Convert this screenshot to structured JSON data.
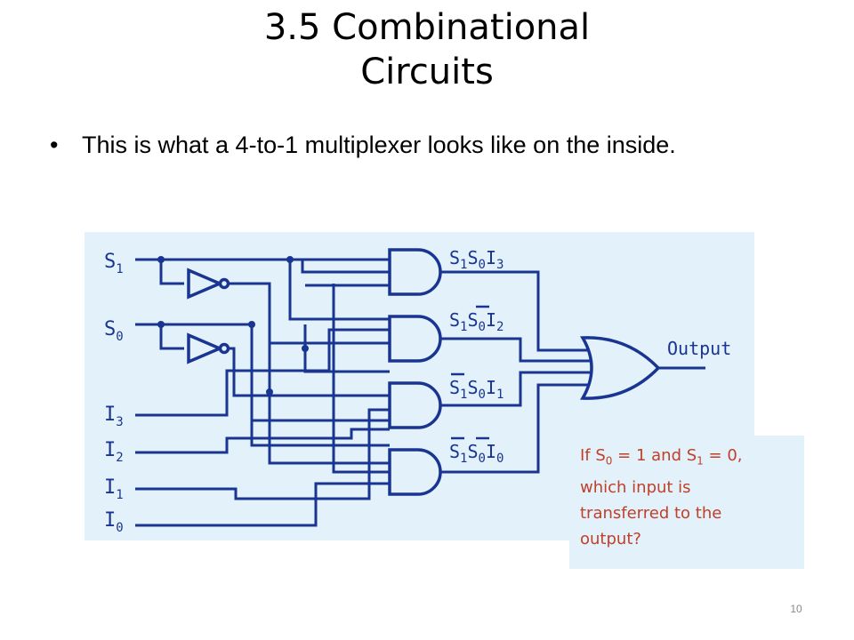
{
  "slide": {
    "title_line1": "3.5 Combinational",
    "title_line2": "Circuits",
    "bullet_symbol": "•",
    "bullet_text": "This is what a 4-to-1 multiplexer looks like on the inside.",
    "page_number": "10"
  },
  "diagram": {
    "inputs": {
      "s1": {
        "main": "S",
        "sub": "1"
      },
      "s0": {
        "main": "S",
        "sub": "0"
      },
      "i3": {
        "main": "I",
        "sub": "3"
      },
      "i2": {
        "main": "I",
        "sub": "2"
      },
      "i1": {
        "main": "I",
        "sub": "1"
      },
      "i0": {
        "main": "I",
        "sub": "0"
      }
    },
    "gate_labels": {
      "t1": {
        "a": "S",
        "a_sub": "1",
        "b": "S",
        "b_sub": "0",
        "c": "I",
        "c_sub": "3"
      },
      "t2": {
        "a": "S",
        "a_sub": "1",
        "b": "S",
        "b_sub": "0",
        "c": "I",
        "c_sub": "2"
      },
      "t3": {
        "a": "S",
        "a_sub": "1",
        "b": "S",
        "b_sub": "0",
        "c": "I",
        "c_sub": "1"
      },
      "t4": {
        "a": "S",
        "a_sub": "1",
        "b": "S",
        "b_sub": "0",
        "c": "I",
        "c_sub": "0"
      }
    },
    "output_label": "Output",
    "colors": {
      "ink": "#1a3591",
      "background": "#e2f1fa"
    }
  },
  "callout": {
    "line1_pre": "If S",
    "line1_sub_a": "0",
    "line1_mid": " = 1 and S",
    "line1_sub_b": "1",
    "line1_post": " = 0,",
    "line2": "which input is",
    "line3": "transferred to the",
    "line4": "output?",
    "text_color": "#c0402a"
  }
}
